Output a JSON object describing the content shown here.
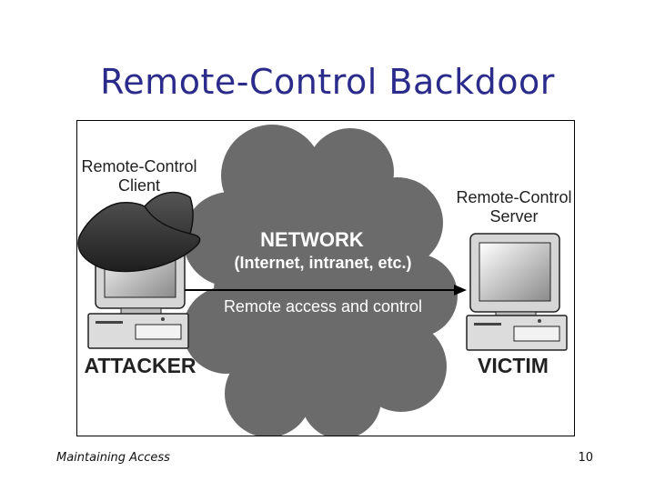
{
  "slide": {
    "title": "Remote-Control Backdoor",
    "footer_left": "Maintaining Access",
    "page_number": "10"
  },
  "diagram": {
    "client_label": "Remote-Control Client",
    "server_label": "Remote-Control Server",
    "network_title": "NETWORK",
    "network_subtitle": "(Internet, intranet, etc.)",
    "connection_label": "Remote access and control",
    "attacker_label": "ATTACKER",
    "victim_label": "VICTIM",
    "colors": {
      "cloud": "#6b6b6b",
      "hat": "#2e2e2e",
      "monitor": "#d9d9d9",
      "title": "#2b2b8c"
    }
  }
}
